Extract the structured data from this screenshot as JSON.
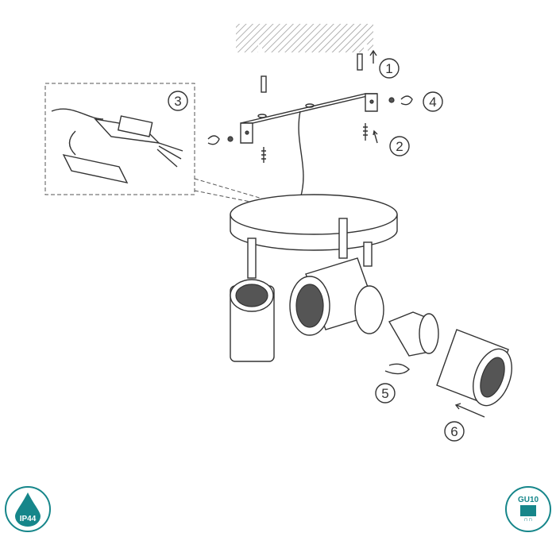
{
  "steps": [
    "1",
    "2",
    "3",
    "4",
    "5",
    "6"
  ],
  "badges": {
    "ip_rating": "IP44",
    "lamp_base": "GU10"
  },
  "colors": {
    "badge": "#16868a",
    "line": "#333333"
  }
}
